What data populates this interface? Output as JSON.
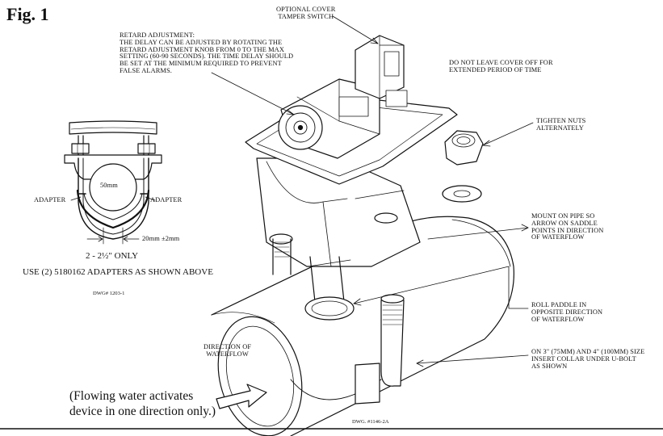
{
  "figure_label": "Fig. 1",
  "callouts": {
    "tamper_switch": "OPTIONAL COVER\nTAMPER SWITCH",
    "retard_adjustment": "RETARD ADJUSTMENT:\nTHE DELAY CAN BE ADJUSTED BY ROTATING THE\nRETARD ADJUSTMENT KNOB FROM 0 TO THE MAX\nSETTING (60-90 SECONDS). THE TIME DELAY SHOULD\nBE SET AT THE MINIMUM REQUIRED TO PREVENT\nFALSE ALARMS.",
    "cover_warning": "DO NOT LEAVE COVER OFF FOR\nEXTENDED PERIOD OF TIME",
    "tighten_nuts": "TIGHTEN NUTS\nALTERNATELY",
    "mount_on_pipe": "MOUNT ON PIPE SO\nARROW ON SADDLE\nPOINTS IN DIRECTION\nOF WATERFLOW",
    "roll_paddle": "ROLL PADDLE IN\nOPPOSITE DIRECTION\nOF WATERFLOW",
    "insert_collar": "ON 3\" (75MM) AND 4\" (100MM) SIZE\nINSERT COLLAR UNDER U-BOLT\nAS SHOWN",
    "direction_of_waterflow": "DIRECTION OF\nWATERFLOW"
  },
  "adapter_detail": {
    "pipe_size": "50mm",
    "adapter_left": "ADAPTER",
    "adapter_right": "ADAPTER",
    "gap": "20mm ±2mm",
    "size_range": "2 - 2½\" ONLY",
    "instruction": "USE (2) 5180162 ADAPTERS AS SHOWN ABOVE",
    "drawing_number": "DWG# 1203-1"
  },
  "footnote": "(Flowing water activates\ndevice in one direction only.)",
  "drawing_number": "DWG. #1146-2A"
}
